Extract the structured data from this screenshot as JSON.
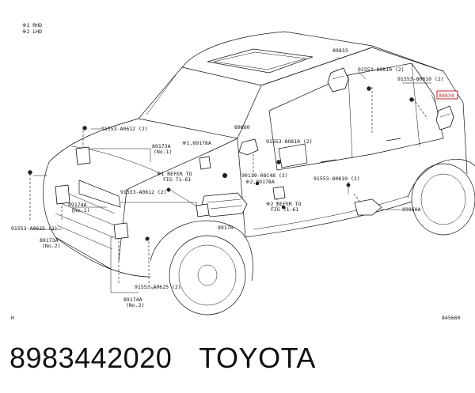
{
  "notes": [
    "※1 RHD",
    "※2 LHD"
  ],
  "corner_left": "H",
  "diagram_code": "845660",
  "highlighted_part": "89834",
  "part_labels": [
    "89833",
    "91553-80810 (2)",
    "91553-80810 (2)",
    "89860",
    "91553-80810 (2)",
    "91553-A0612 (2)",
    "89173A",
    "(No.1)",
    "※1,89178A",
    "※1 REFER TO",
    "FIG 71-61",
    "90119-08C48 (3)",
    "※2,89178A",
    "91553-80810 (2)",
    "89860A",
    "91553-A0612 (2)",
    "89174A",
    "(No.1)",
    "※2 REFER TO",
    "FIG 71-61",
    "89170",
    "91553-A0625 (2)",
    "89173A",
    "(No.2)",
    "91553-A0625 (2)",
    "89174A",
    "(No.2)"
  ],
  "caption": {
    "part_number": "8983442020",
    "brand": "TOYOTA"
  }
}
